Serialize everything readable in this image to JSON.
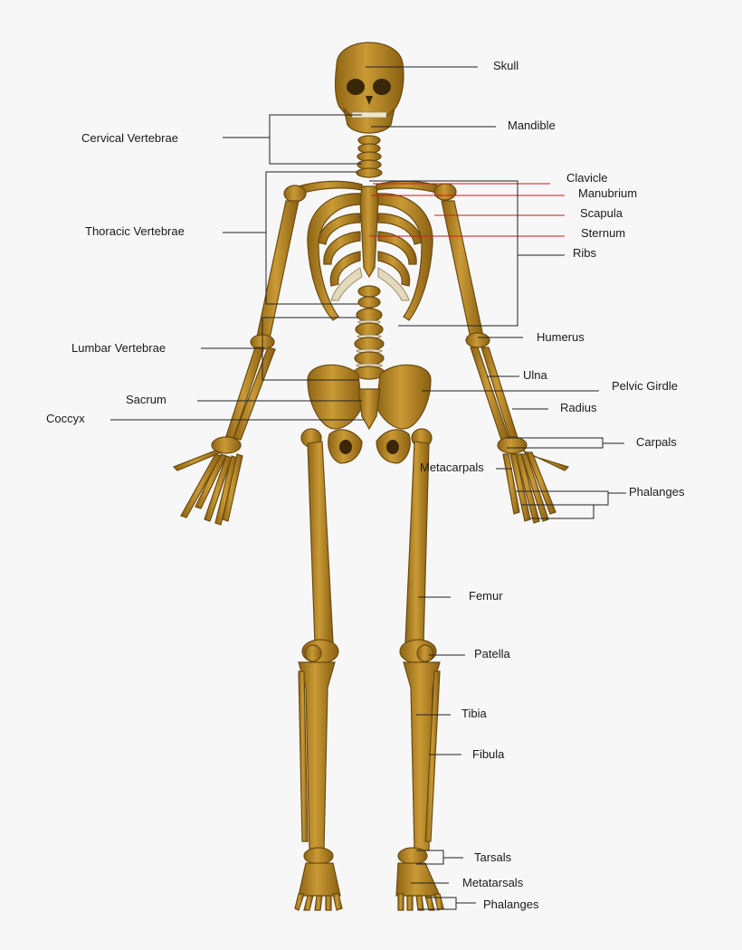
{
  "labels": {
    "skull": "Skull",
    "mandible": "Mandible",
    "cervical": "Cervical Vertebrae",
    "clavicle": "Clavicle",
    "manubrium": "Manubrium",
    "scapula": "Scapula",
    "sternum": "Sternum",
    "ribs": "Ribs",
    "thoracic": "Thoracic Vertebrae",
    "humerus": "Humerus",
    "lumbar": "Lumbar Vertebrae",
    "ulna": "Ulna",
    "pelvic": "Pelvic Girdle",
    "sacrum": "Sacrum",
    "radius": "Radius",
    "coccyx": "Coccyx",
    "carpals": "Carpals",
    "metacarpals": "Metacarpals",
    "phalanges_hand": "Phalanges",
    "femur": "Femur",
    "patella": "Patella",
    "tibia": "Tibia",
    "fibula": "Fibula",
    "tarsals": "Tarsals",
    "metatarsals": "Metatarsals",
    "phalanges_foot": "Phalanges"
  },
  "colors": {
    "bone_light": "#c99a35",
    "bone_mid": "#a8791f",
    "bone_dark": "#7a560f",
    "background": "#f7f7f7",
    "leader_line": "#222222",
    "red_leader_line": "#cc1a1a"
  }
}
